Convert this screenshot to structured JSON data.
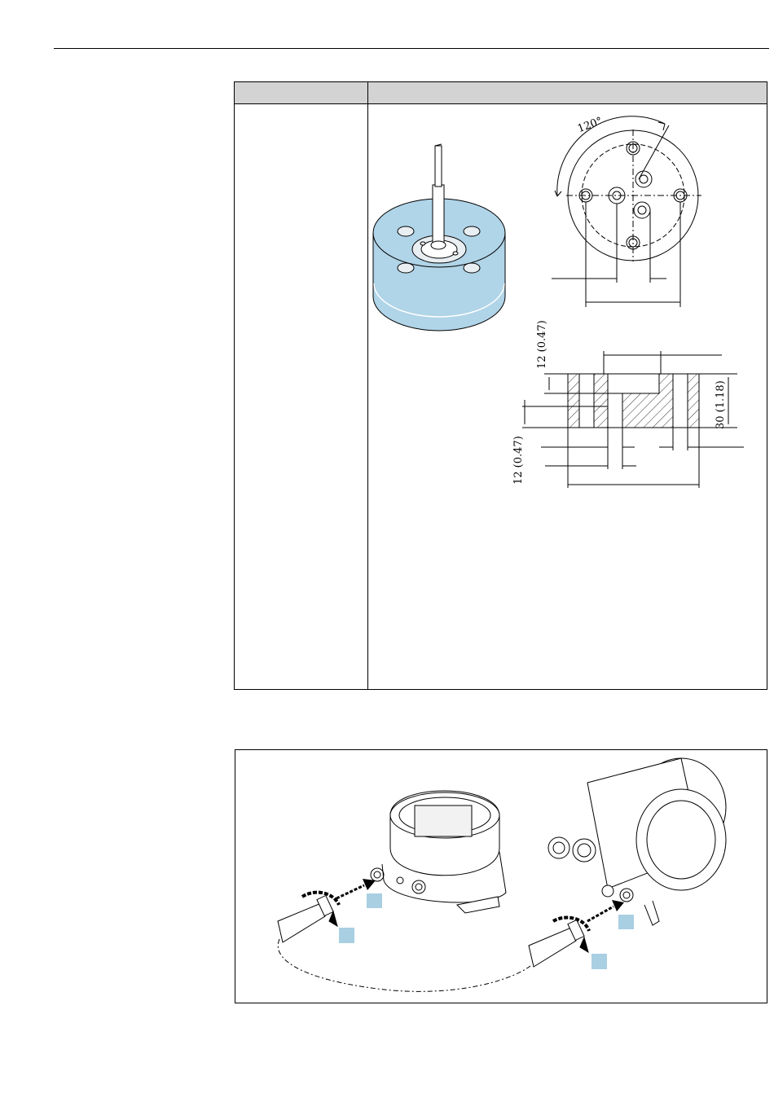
{
  "table": {
    "header": [
      "",
      ""
    ],
    "row_label": ""
  },
  "dimensions": {
    "angle": "120°",
    "counterbore_depth": "12 (0.47)",
    "height": "30 (1.18)",
    "thread_depth": "12 (0.47)"
  },
  "callouts": [
    "",
    "",
    "",
    ""
  ],
  "colors": {
    "housing_fill": "#b0d4e8",
    "callout": "#a9cfe3"
  }
}
